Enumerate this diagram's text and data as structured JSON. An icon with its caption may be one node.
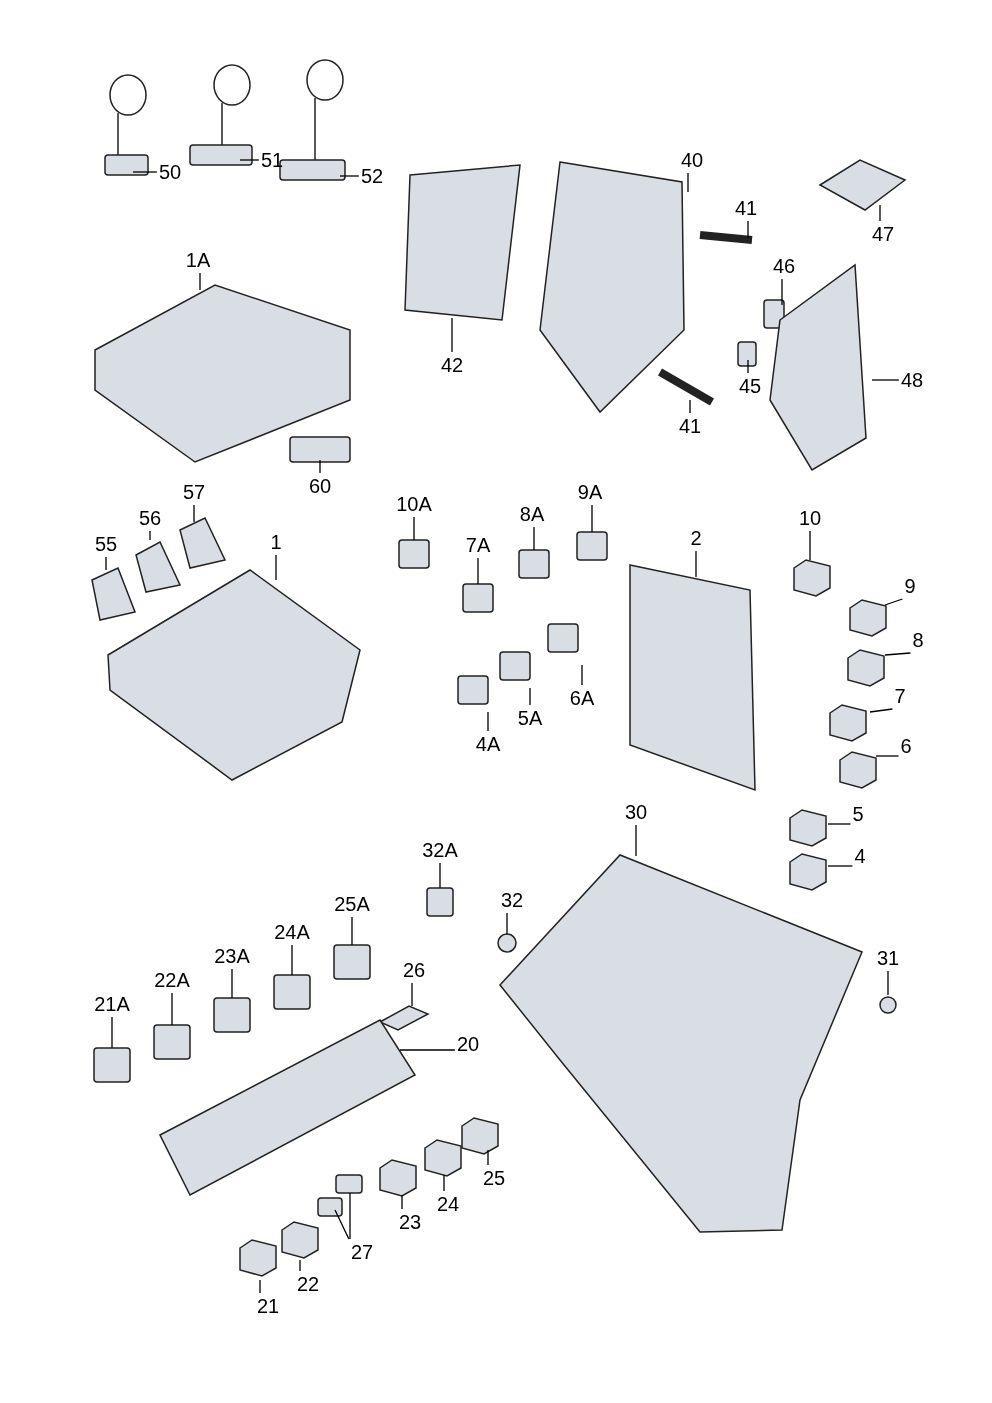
{
  "diagram": {
    "nodes": [
      {
        "text": [
          "50"
        ]
      },
      {
        "text": [
          "51"
        ]
      },
      {
        "text": [
          "52"
        ]
      },
      {
        "text": [
          "40"
        ]
      },
      {
        "text": [
          "41"
        ]
      },
      {
        "text": [
          "47"
        ]
      },
      {
        "text": [
          "46"
        ]
      },
      {
        "text": [
          "42"
        ]
      },
      {
        "text": [
          "45"
        ]
      },
      {
        "text": [
          "48"
        ]
      },
      {
        "text": [
          "41"
        ]
      },
      {
        "text": [
          "1A"
        ]
      },
      {
        "text": [
          "60"
        ]
      },
      {
        "text": [
          "57"
        ]
      },
      {
        "text": [
          "10A"
        ]
      },
      {
        "text": [
          "9A"
        ]
      },
      {
        "text": [
          "56"
        ]
      },
      {
        "text": [
          "8A"
        ]
      },
      {
        "text": [
          "10"
        ]
      },
      {
        "text": [
          "1"
        ]
      },
      {
        "text": [
          "7A"
        ]
      },
      {
        "text": [
          "2"
        ]
      },
      {
        "text": [
          "55"
        ]
      },
      {
        "text": [
          "9"
        ]
      },
      {
        "text": [
          "8"
        ]
      },
      {
        "text": [
          "6A"
        ]
      },
      {
        "text": [
          "7"
        ]
      },
      {
        "text": [
          "5A"
        ]
      },
      {
        "text": [
          "6"
        ]
      },
      {
        "text": [
          "4A"
        ]
      },
      {
        "text": [
          "5"
        ]
      },
      {
        "text": [
          "30"
        ]
      },
      {
        "text": [
          "4"
        ]
      },
      {
        "text": [
          "32A"
        ]
      },
      {
        "text": [
          "32"
        ]
      },
      {
        "text": [
          "25A"
        ]
      },
      {
        "text": [
          "24A"
        ]
      },
      {
        "text": [
          "26"
        ]
      },
      {
        "text": [
          "23A"
        ]
      },
      {
        "text": [
          "31"
        ]
      },
      {
        "text": [
          "22A"
        ]
      },
      {
        "text": [
          "21A"
        ]
      },
      {
        "text": [
          "20"
        ]
      },
      {
        "text": [
          "25"
        ]
      },
      {
        "text": [
          "24"
        ]
      },
      {
        "text": [
          "23"
        ]
      },
      {
        "text": [
          "27"
        ]
      },
      {
        "text": [
          "22"
        ]
      },
      {
        "text": [
          "21"
        ]
      }
    ],
    "edges": [
      {
        "from": 0,
        "to": null,
        "arrow": "none"
      },
      {
        "from": 1,
        "to": null,
        "arrow": "none"
      },
      {
        "from": 2,
        "to": null,
        "arrow": "none"
      },
      {
        "from": 3,
        "to": null,
        "arrow": "none"
      },
      {
        "from": 4,
        "to": null,
        "arrow": "none"
      },
      {
        "from": 5,
        "to": null,
        "arrow": "none"
      },
      {
        "from": 6,
        "to": null,
        "arrow": "none"
      },
      {
        "from": 7,
        "to": null,
        "arrow": "none"
      },
      {
        "from": 8,
        "to": null,
        "arrow": "none"
      },
      {
        "from": 9,
        "to": null,
        "arrow": "none"
      },
      {
        "from": 10,
        "to": null,
        "arrow": "none"
      },
      {
        "from": 11,
        "to": null,
        "arrow": "none"
      },
      {
        "from": 12,
        "to": null,
        "arrow": "none"
      },
      {
        "from": 13,
        "to": null,
        "arrow": "none"
      },
      {
        "from": 14,
        "to": null,
        "arrow": "none"
      },
      {
        "from": 15,
        "to": null,
        "arrow": "none"
      },
      {
        "from": 16,
        "to": null,
        "arrow": "none"
      },
      {
        "from": 17,
        "to": null,
        "arrow": "none"
      },
      {
        "from": 18,
        "to": null,
        "arrow": "none"
      },
      {
        "from": 19,
        "to": null,
        "arrow": "none"
      },
      {
        "from": 20,
        "to": null,
        "arrow": "none"
      },
      {
        "from": 21,
        "to": null,
        "arrow": "none"
      },
      {
        "from": 22,
        "to": null,
        "arrow": "none"
      },
      {
        "from": 23,
        "to": null,
        "arrow": "none"
      },
      {
        "from": 24,
        "to": null,
        "arrow": "none"
      },
      {
        "from": 25,
        "to": null,
        "arrow": "none"
      },
      {
        "from": 26,
        "to": null,
        "arrow": "none"
      },
      {
        "from": 27,
        "to": null,
        "arrow": "none"
      },
      {
        "from": 28,
        "to": null,
        "arrow": "none"
      },
      {
        "from": 29,
        "to": null,
        "arrow": "none"
      },
      {
        "from": 30,
        "to": null,
        "arrow": "none"
      },
      {
        "from": 31,
        "to": null,
        "arrow": "none"
      },
      {
        "from": 32,
        "to": null,
        "arrow": "none"
      },
      {
        "from": 33,
        "to": null,
        "arrow": "none"
      },
      {
        "from": 34,
        "to": null,
        "arrow": "none"
      },
      {
        "from": 35,
        "to": null,
        "arrow": "none"
      },
      {
        "from": 36,
        "to": null,
        "arrow": "none"
      },
      {
        "from": 37,
        "to": null,
        "arrow": "none"
      },
      {
        "from": 38,
        "to": null,
        "arrow": "none"
      },
      {
        "from": 39,
        "to": null,
        "arrow": "none"
      },
      {
        "from": 40,
        "to": null,
        "arrow": "none"
      },
      {
        "from": 41,
        "to": null,
        "arrow": "none"
      },
      {
        "from": 42,
        "to": null,
        "arrow": "none"
      },
      {
        "from": 43,
        "to": null,
        "arrow": "none"
      },
      {
        "from": 44,
        "to": null,
        "arrow": "none"
      },
      {
        "from": 45,
        "to": null,
        "arrow": "none"
      },
      {
        "from": 46,
        "to": null,
        "arrow": "none"
      },
      {
        "from": 46,
        "to": null,
        "arrow": "none"
      },
      {
        "from": 47,
        "to": null,
        "arrow": "none"
      },
      {
        "from": 48,
        "to": null,
        "arrow": "none"
      }
    ]
  }
}
